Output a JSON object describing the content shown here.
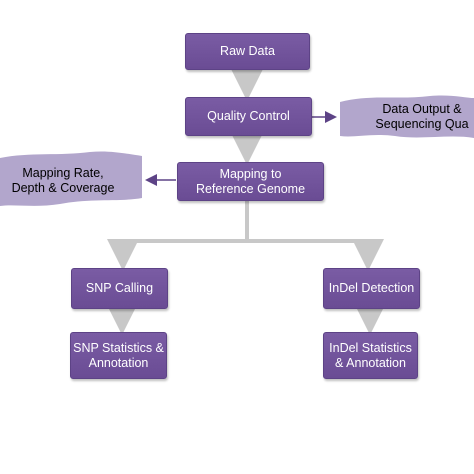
{
  "colors": {
    "box_fill": "#6f51a0",
    "connector": "#c8c8c8",
    "arrow": "#5d4386",
    "note_fill": "#b2a6cc"
  },
  "nodes": {
    "raw_data": "Raw Data",
    "quality_control": "Quality Control",
    "mapping": "Mapping to\nReference Genome",
    "snp_calling": "SNP Calling",
    "indel_detection": "InDel Detection",
    "snp_stats": "SNP Statistics &\nAnnotation",
    "indel_stats": "InDel Statistics\n& Annotation"
  },
  "notes": {
    "data_output": "Data Output &\nSequencing Qua",
    "mapping_rate": "Mapping Rate,\nDepth & Coverage"
  }
}
